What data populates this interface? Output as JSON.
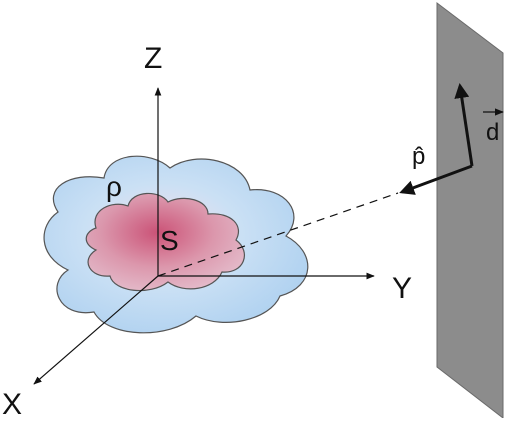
{
  "diagram": {
    "axes": {
      "z_label": "Z",
      "y_label": "Y",
      "x_label": "X"
    },
    "regions": {
      "outer_label": "ρ",
      "inner_label": "S"
    },
    "vectors": {
      "p_hat_label": "p̂",
      "d_vec_label": "d"
    },
    "colors": {
      "outer_cloud": "#9ec8ee",
      "inner_cloud": "#d97790",
      "detector_plane": "#8c8c8c",
      "ink": "#111111"
    }
  }
}
